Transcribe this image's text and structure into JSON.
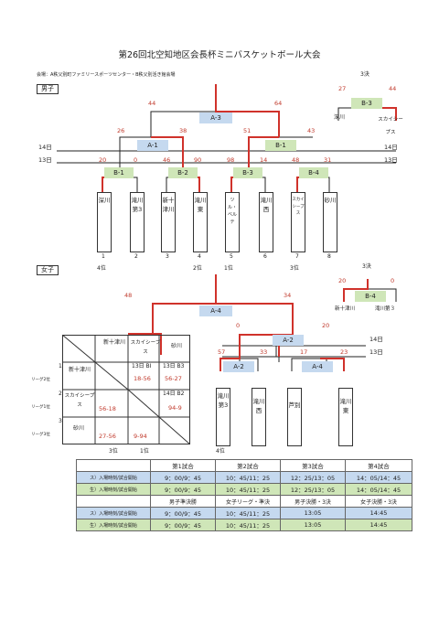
{
  "title": "第26回北空知地区会長杯ミニバスケットボール大会",
  "venue": "会場：A秩父別町ファミリースポーツセンター・B秩父別活き館会場",
  "boys": {
    "label": "男子",
    "teams": [
      {
        "name": "深川",
        "no": "1",
        "rank": "4位"
      },
      {
        "name": "滝川第3",
        "no": "2",
        "rank": ""
      },
      {
        "name": "新十津川",
        "no": "3",
        "rank": ""
      },
      {
        "name": "滝川東",
        "no": "4",
        "rank": "2位"
      },
      {
        "name": "ツル・ベルテ",
        "no": "5",
        "rank": "1位"
      },
      {
        "name": "滝川西",
        "no": "6",
        "rank": ""
      },
      {
        "name": "スカイシープス",
        "no": "7",
        "rank": "3位"
      },
      {
        "name": "砂川",
        "no": "8",
        "rank": ""
      }
    ],
    "r1": [
      {
        "court": "B-1",
        "left": "20",
        "right": "0"
      },
      {
        "court": "B-2",
        "left": "46",
        "right": "90"
      },
      {
        "court": "B-3",
        "left": "98",
        "right": "14"
      },
      {
        "court": "B-4",
        "left": "48",
        "right": "31"
      }
    ],
    "semis": [
      {
        "court": "A-1",
        "left": "26",
        "right": "38"
      },
      {
        "court": "B-1",
        "left": "51",
        "right": "43"
      }
    ],
    "final": {
      "court": "A-3",
      "left": "44",
      "right": "64"
    },
    "third": {
      "label": "3決",
      "court": "B-3",
      "left": "27",
      "right": "44",
      "team_left": "深川",
      "team_right": "スカイシープス"
    },
    "day14": "14日",
    "day13": "13日"
  },
  "girls": {
    "label": "女子",
    "final": {
      "court": "A-4",
      "left": "48",
      "right": "34"
    },
    "third": {
      "label": "3決",
      "court": "B-4",
      "left": "20",
      "right": "0",
      "team_left": "新十津川",
      "team_right": "滝川第３"
    },
    "semi": {
      "court": "A-2",
      "left": "0",
      "right": "20"
    },
    "r1": [
      {
        "court": "A-2",
        "left": "57",
        "right": "33"
      },
      {
        "court": "A-4",
        "left": "17",
        "right": "23"
      }
    ],
    "teams": [
      {
        "name": "滝川第3",
        "rank": "4位"
      },
      {
        "name": "滝川西",
        "rank": ""
      },
      {
        "name": "芦別",
        "rank": ""
      },
      {
        "name": "滝川東",
        "rank": ""
      }
    ],
    "day14": "14日",
    "day13": "13日",
    "league": {
      "cols": [
        "新十津川",
        "スカイシープス",
        "砂川"
      ],
      "rows": [
        {
          "no": "1",
          "name": "新十津川",
          "note": "リーグ2位"
        },
        {
          "no": "2",
          "name": "スカイシープス",
          "note": "リーグ1位"
        },
        {
          "no": "3",
          "name": "砂川",
          "note": "リーグ3位"
        }
      ],
      "cells": {
        "r1c2_sched": "13日 BⅠ",
        "r1c2_score": "18-56",
        "r1c3_sched": "13日 B3",
        "r1c3_score": "56-27",
        "r2c1_score": "56-18",
        "r2c3_sched": "14日 B2",
        "r2c3_score": "94-9",
        "r3c1_score": "27-56",
        "r3c2_score": "9-94"
      },
      "ranks": {
        "b": "3位",
        "c": "1位"
      }
    }
  },
  "schedule": {
    "headers1": [
      "",
      "第1試合",
      "第2試合",
      "第3試合",
      "第4試合"
    ],
    "rows1": [
      [
        "ス）入場時刻/試合開始",
        "9：00/9：45",
        "10：45/11：25",
        "12：25/13：05",
        "14：05/14：45"
      ],
      [
        "生）入場時刻/試合開始",
        "9：00/9：45",
        "10：45/11：25",
        "12：25/13：05",
        "14：05/14：45"
      ]
    ],
    "headers2": [
      "",
      "男子準決勝",
      "女子リーグ・準決",
      "男子決勝・3決",
      "女子決勝・3決"
    ],
    "rows2": [
      [
        "ス）入場時刻/試合開始",
        "9：00/9：45",
        "10：45/11：25",
        "13:05",
        "14:45"
      ],
      [
        "生）入場時刻/試合開始",
        "9：00/9：45",
        "10：45/11：25",
        "13:05",
        "14:45"
      ]
    ]
  },
  "colors": {
    "win_line": "#d0322b",
    "blue_badge": "#c5d9ef",
    "green_badge": "#cfe6b8"
  }
}
